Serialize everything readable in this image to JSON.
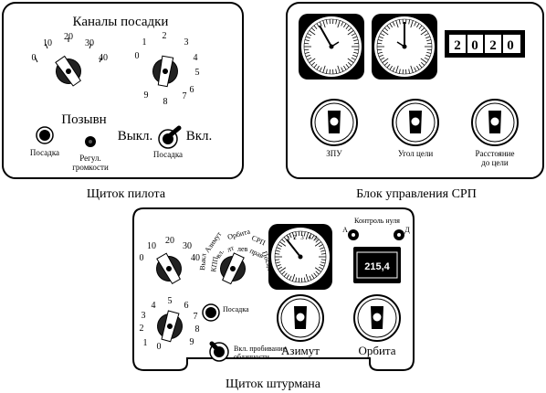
{
  "pilot_panel": {
    "title": "Каналы посадки",
    "caption": "Щиток пилота",
    "dial1_labels": [
      "0",
      "10",
      "20",
      "30",
      "40"
    ],
    "dial2_labels": [
      "0",
      "1",
      "2",
      "3",
      "4",
      "5",
      "6",
      "7",
      "8",
      "9"
    ],
    "callsign_label": "Позывн",
    "off_label": "Выкл.",
    "on_label": "Вкл.",
    "landing_label": "Посадка",
    "landing_switch_label": "Посадка",
    "volume_label_1": "Регул.",
    "volume_label_2": "громкости"
  },
  "srp_panel": {
    "caption": "Блок управления СРП",
    "counter": [
      "2",
      "0",
      "2",
      "0"
    ],
    "knob1": "ЗПУ",
    "knob2": "Угол цели",
    "knob3_line1": "Расстояние",
    "knob3_line2": "до цели"
  },
  "navigator_panel": {
    "caption": "Щиток штурмана",
    "dial1_labels": [
      "0",
      "10",
      "20",
      "30",
      "40"
    ],
    "dial2_labels": [
      "0",
      "1",
      "2",
      "3",
      "4",
      "5",
      "6",
      "7",
      "8",
      "9"
    ],
    "arc_labels": [
      "Выкл",
      "Азимут",
      "Орбита",
      "СРП",
      "Посадка",
      "КПП",
      "вл.",
      "лт",
      "лев",
      "прав"
    ],
    "zero_control": "Контроль нуля",
    "zero_a": "А",
    "zero_d": "Д",
    "display_value": "215,4",
    "gauge_scale": [
      "1",
      "2",
      "3",
      "4",
      "5"
    ],
    "landing_label": "Посадка",
    "cloud_label_1": "Вкл. пробивание",
    "cloud_label_2": "облачности",
    "azimuth_label": "Азимут",
    "orbit_label": "Орбита"
  }
}
